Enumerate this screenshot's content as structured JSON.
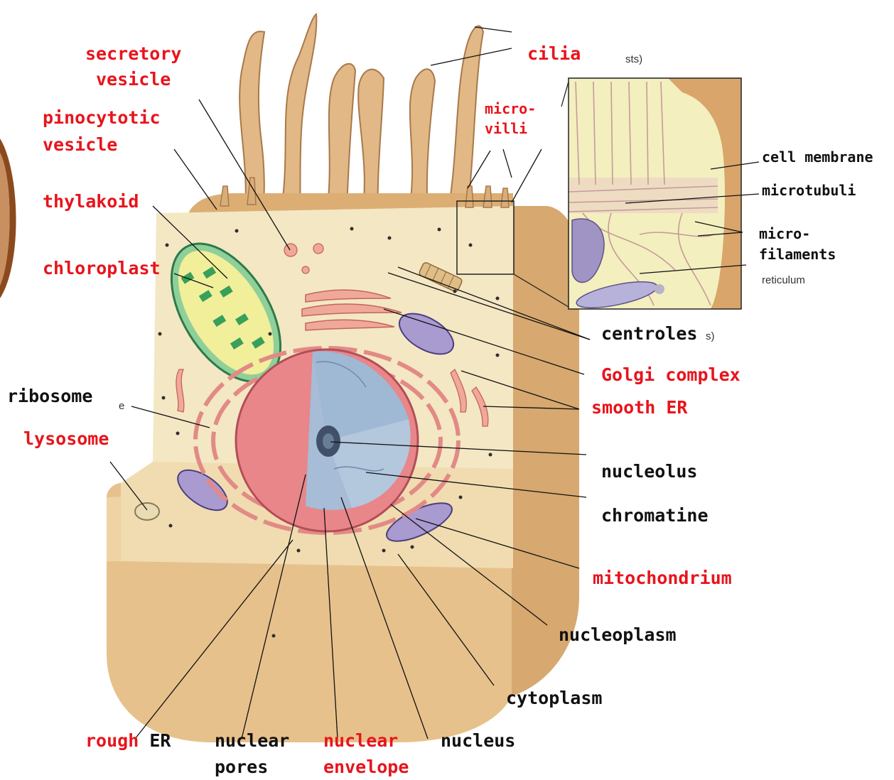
{
  "colors": {
    "red_label": "#e8141c",
    "black_label": "#111111",
    "cytoplasm": "#f4e7c4",
    "cell_wall": "#d4a873"
  },
  "labels": {
    "secretory_vesicle": [
      "secretory",
      "vesicle"
    ],
    "pinocytotic_vesicle": [
      "pinocytotic",
      "vesicle"
    ],
    "thylakoid": "thylakoid",
    "chloroplast": "chloroplast",
    "ribosome": "ribosome",
    "lysosome": "lysosome",
    "cilia": "cilia",
    "microvilli": [
      "micro-",
      "villi"
    ],
    "cell_membrane": "cell membrane",
    "microtubuli": "microtubuli",
    "microfilaments": [
      "micro-",
      "filaments"
    ],
    "centroles": "centroles",
    "golgi_complex": "Golgi complex",
    "smooth_er": "smooth ER",
    "nucleolus": "nucleolus",
    "chromatine": "chromatine",
    "mitochondrium": "mitochondrium",
    "nucleoplasm": "nucleoplasm",
    "cytoplasm": "cytoplasm",
    "rough_er": {
      "red_part": "rough",
      "black_part": "ER"
    },
    "nuclear_pores": [
      "nuclear",
      "pores"
    ],
    "nuclear_envelope": [
      "nuclear",
      "envelope"
    ],
    "nucleus": "nucleus"
  },
  "background_fragments": {
    "inset_title_end": "sts)",
    "inset_reticulum": "reticulum",
    "centroles_suffix": "s)",
    "ribosome_suffix": "e"
  }
}
